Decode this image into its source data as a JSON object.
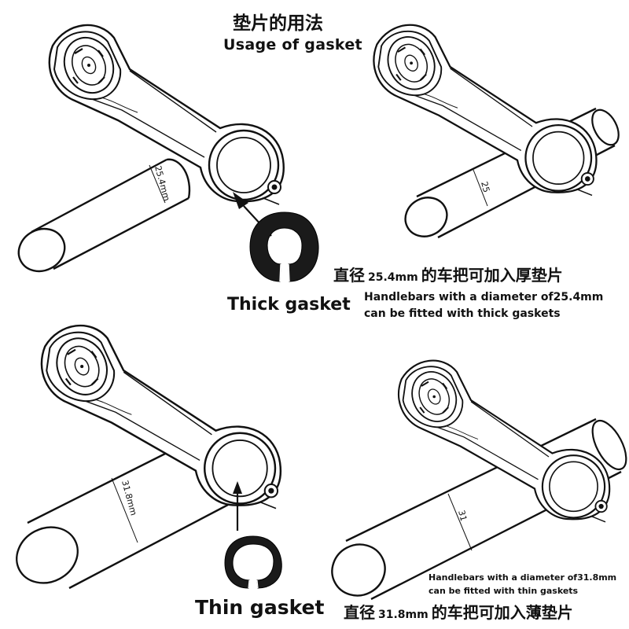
{
  "title": {
    "cn": "垫片的用法",
    "en": "Usage of gasket"
  },
  "panels": {
    "top_left": {
      "dimension_label": "25.4mm"
    },
    "top_right": {
      "dimension_label": "25"
    },
    "bottom_left": {
      "dimension_label": "31.8mm"
    },
    "bottom_right": {
      "dimension_label": "31"
    }
  },
  "thick": {
    "label": "Thick gasket",
    "cn_prefix": "直径",
    "cn_diameter": "25.4mm",
    "cn_suffix": "的车把可加入厚垫片",
    "en_line1": "Handlebars with a diameter of",
    "en_diameter": "25.4mm",
    "en_line2": "can be fitted with thick gaskets"
  },
  "thin": {
    "label": "Thin gasket",
    "cn_prefix": "直径",
    "cn_diameter": "31.8mm",
    "cn_suffix": "的车把可加入薄垫片",
    "en_line1": "Handlebars with a diameter of",
    "en_diameter": "31.8mm",
    "en_line2": "can be fitted with thin gaskets"
  },
  "colors": {
    "line": "#111111",
    "gasket": "#1a1a1a",
    "background": "#ffffff"
  }
}
